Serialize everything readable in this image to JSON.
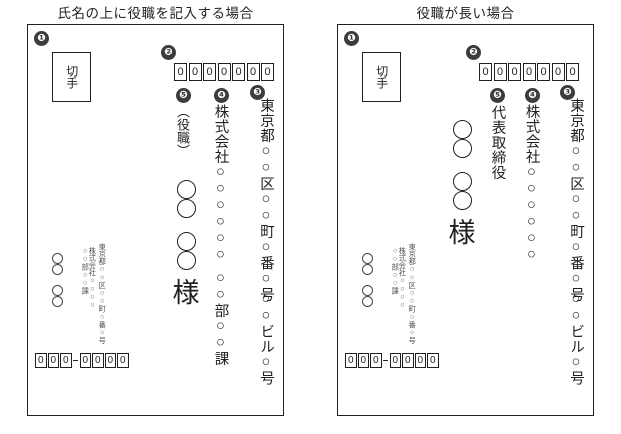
{
  "glyphs": {
    "circle": "○",
    "sama": "様",
    "dash": "-"
  },
  "panels": [
    {
      "id": "case-title-above-name",
      "title": "氏名の上に役職を記入する場合",
      "badges": [
        "❶",
        "❷",
        "❸",
        "❹",
        "❺"
      ],
      "stamp": {
        "label": "切手",
        "badge": "❶"
      },
      "postal_code_top": {
        "badge": "❷",
        "digits": [
          "0",
          "0",
          "0",
          "0",
          "0",
          "0",
          "0"
        ]
      },
      "recipient": {
        "address": {
          "badge": "❸",
          "line1": "東京都○○区○○町○番○号",
          "line2": "○○ビル○号"
        },
        "company": {
          "badge": "❹",
          "line1": "株式会社○○○○○○",
          "line2": "○○部○○課"
        },
        "job_title": {
          "badge": "❺",
          "text": "（役職）"
        },
        "name": {
          "surname_circles": 2,
          "given_circles": 2,
          "honorific": "様"
        }
      },
      "sender": {
        "address": "東京都○○区○○町○番○号",
        "company": "株式会社○○○○\n○○部○○課",
        "name_circles_upper": 2,
        "name_circles_lower": 2,
        "postal_code": {
          "left": [
            "0",
            "0",
            "0"
          ],
          "right": [
            "0",
            "0",
            "0",
            "0"
          ]
        }
      }
    },
    {
      "id": "case-long-title",
      "title": "役職が長い場合",
      "badges": [
        "❶",
        "❷",
        "❸",
        "❹",
        "❺"
      ],
      "stamp": {
        "label": "切手",
        "badge": "❶"
      },
      "postal_code_top": {
        "badge": "❷",
        "digits": [
          "0",
          "0",
          "0",
          "0",
          "0",
          "0",
          "0"
        ]
      },
      "recipient": {
        "address": {
          "badge": "❸",
          "line1": "東京都○○区○○町○番○号",
          "line2": "○○ビル○号"
        },
        "company": {
          "badge": "❹",
          "line1": "株式会社○○○○○○",
          "line2": ""
        },
        "job_title": {
          "badge": "❺",
          "text": "代表取締役"
        },
        "name": {
          "surname_circles": 2,
          "given_circles": 2,
          "honorific": "様"
        }
      },
      "sender": {
        "address": "東京都○○区○○町○番○号",
        "company": "株式会社○○○○\n○○部○○課",
        "name_circles_upper": 2,
        "name_circles_lower": 2,
        "postal_code": {
          "left": [
            "0",
            "0",
            "0"
          ],
          "right": [
            "0",
            "0",
            "0",
            "0"
          ]
        }
      }
    }
  ]
}
